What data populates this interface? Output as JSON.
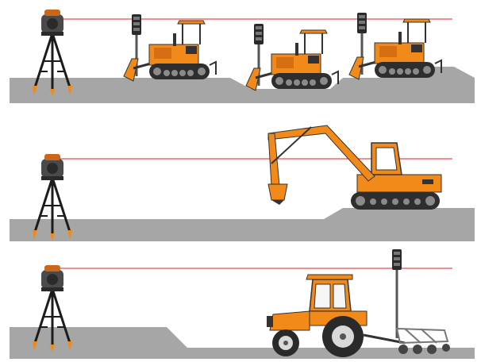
{
  "colors": {
    "laser": "#e0222a",
    "ground": "#a6a6a6",
    "machine_body": "#f28a1a",
    "machine_dark": "#3a3a3a",
    "tripod": "#1c1c1c",
    "tripod_feet": "#f28a1a",
    "receiver_mast": "#444444"
  },
  "panels": [
    {
      "scene": "dozers-grading-slopes",
      "machines": [
        "bulldozer",
        "bulldozer",
        "bulldozer"
      ]
    },
    {
      "scene": "excavator-trenching",
      "machines": [
        "excavator"
      ]
    },
    {
      "scene": "tractor-land-leveling",
      "machines": [
        "tractor-with-grader"
      ]
    }
  ],
  "icons": [
    "rotating-laser-icon",
    "tripod-icon",
    "laser-receiver-icon"
  ]
}
